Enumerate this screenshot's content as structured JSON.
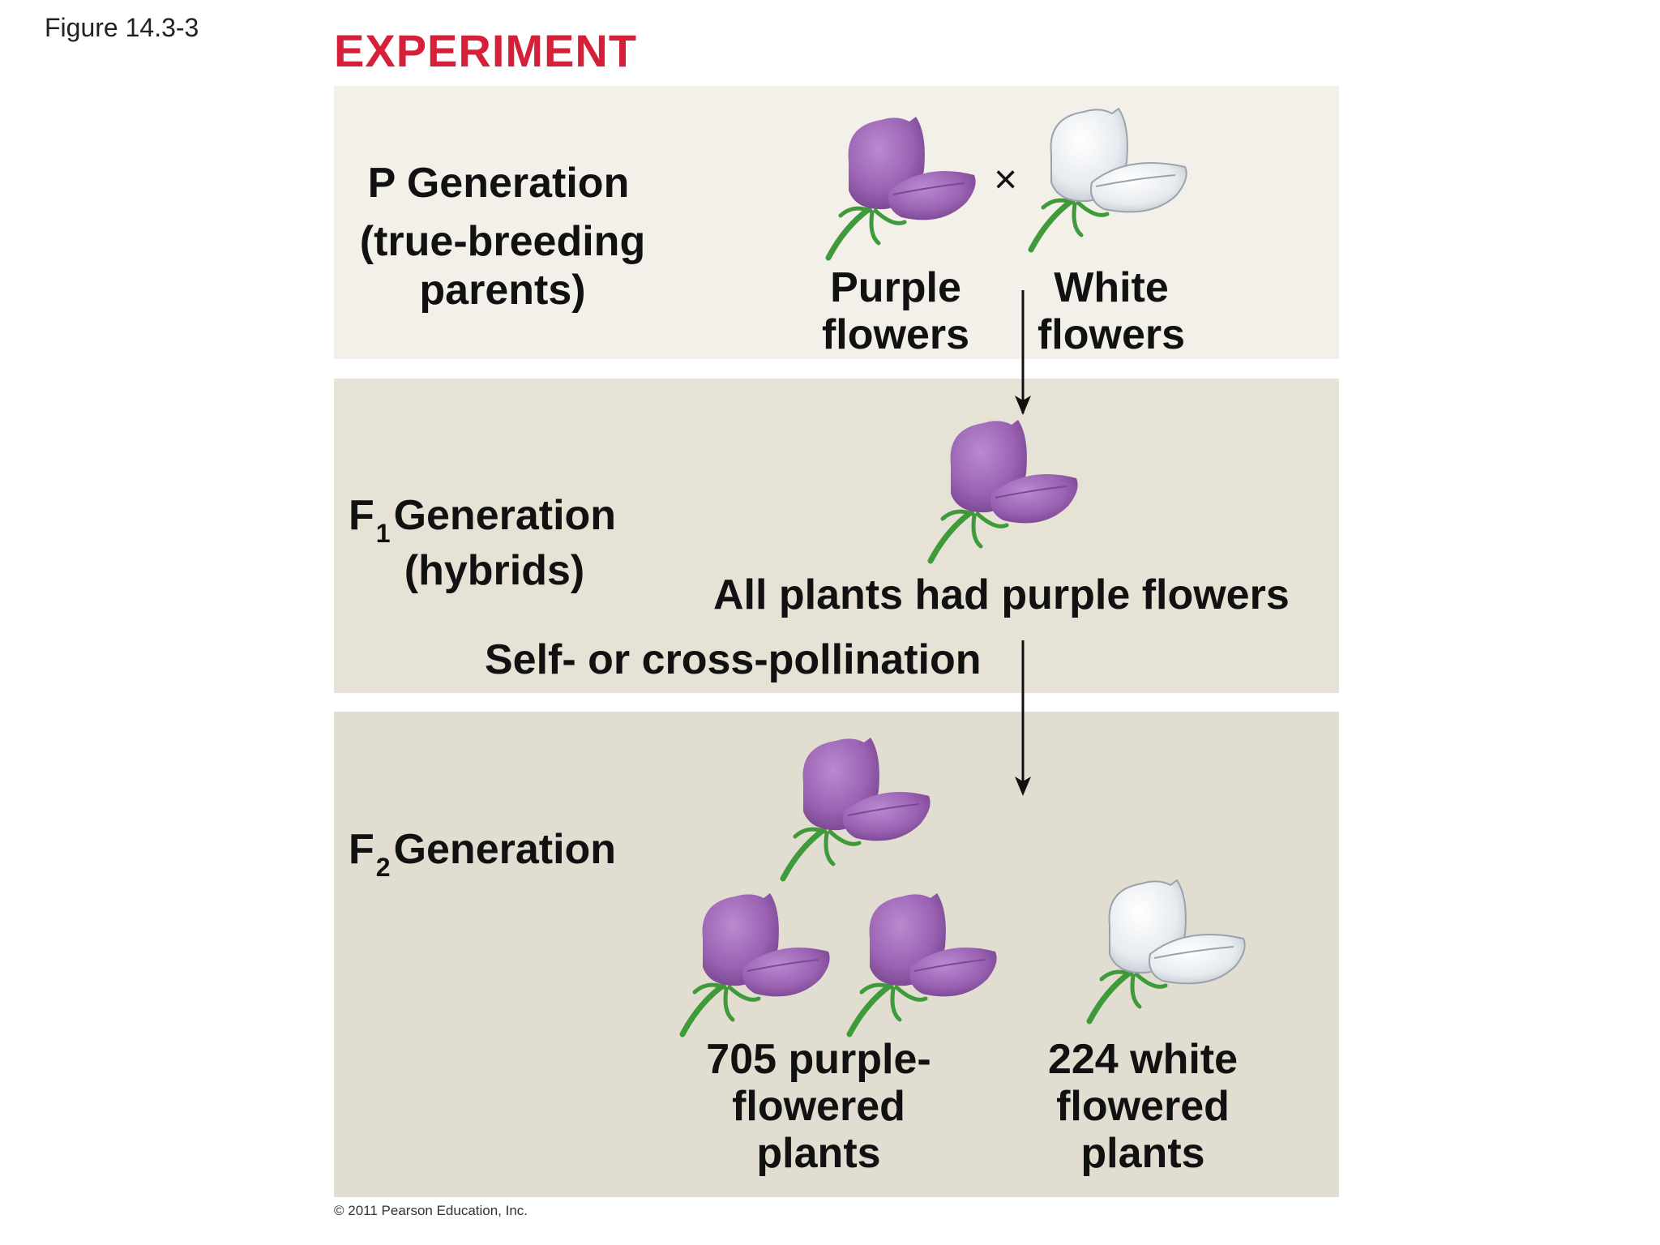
{
  "figure_label": "Figure 14.3-3",
  "title": "EXPERIMENT",
  "p_generation": {
    "line1": "P Generation",
    "line2": "(true-breeding",
    "line3": "parents)",
    "cross_symbol": "×",
    "purple_label_1": "Purple",
    "purple_label_2": "flowers",
    "white_label_1": "White",
    "white_label_2": "flowers"
  },
  "f1_generation": {
    "f_letter": "F",
    "subscript": "1",
    "line1_rest": "Generation",
    "line2": "(hybrids)",
    "result": "All plants had purple flowers",
    "pollination": "Self- or cross-pollination"
  },
  "f2_generation": {
    "f_letter": "F",
    "subscript": "2",
    "line1_rest": "Generation",
    "purple_count_1": "705 purple-",
    "purple_count_2": "flowered",
    "purple_count_3": "plants",
    "white_count_1": "224 white",
    "white_count_2": "flowered",
    "white_count_3": "plants"
  },
  "copyright": "© 2011 Pearson Education, Inc.",
  "colors": {
    "title": "#d6203a",
    "purple_petal": "#9b62b3",
    "white_petal": "#e9edf1",
    "stem": "#3f9a3a"
  }
}
